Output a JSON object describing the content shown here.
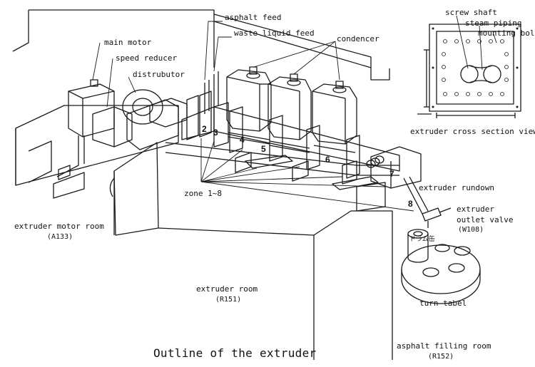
{
  "caption": "Outline of the extruder",
  "labels": {
    "main_motor": "main motor",
    "speed_reducer": "speed reducer",
    "distributor": "distrubutor",
    "asphalt_feed": "asphalt feed",
    "waste_liquid_feed": "waste liquid feed",
    "condencer": "condencer",
    "zones": "zone 1~8",
    "extruder_rundown": "extruder rundown",
    "extruder_outlet_valve": "extruder outlet valve",
    "turn_table": "turn tabel",
    "drum": "ドラム缶"
  },
  "zone_numbers": [
    "2",
    "3",
    "4",
    "5",
    "6",
    "7",
    "8"
  ],
  "cross_section": {
    "title": "extruder cross section view",
    "screw_shaft": "screw shaft",
    "steam_piping": "steam piping",
    "mounting_bolt": "mounting bolt"
  },
  "rooms": [
    {
      "name": "extruder motor room",
      "code": "(A133)"
    },
    {
      "name": "extruder room",
      "code": "(R151)"
    },
    {
      "name": "asphalt filling room",
      "code": "(R152)"
    }
  ],
  "valve_code": "(W108)"
}
